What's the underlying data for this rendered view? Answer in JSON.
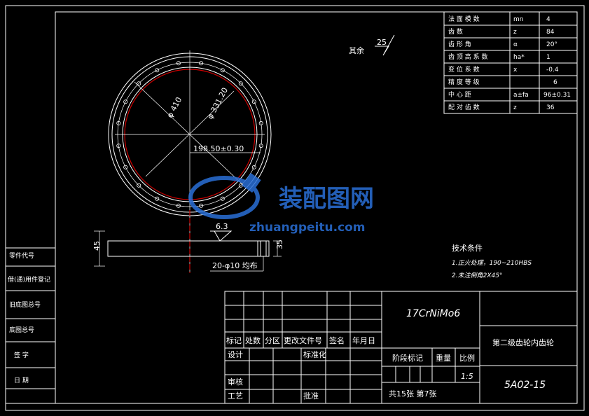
{
  "params": [
    {
      "name": "法 面 模 数",
      "sym": "mn",
      "val": "4"
    },
    {
      "name": "齿 数",
      "sym": "z",
      "val": "84"
    },
    {
      "name": "齿 形 角",
      "sym": "α",
      "val": "20°"
    },
    {
      "name": "齿 顶 高 系 数",
      "sym": "ha*",
      "val": "1"
    },
    {
      "name": "变 位 系 数",
      "sym": "x",
      "val": "-0.4"
    },
    {
      "name": "精 度 等 级",
      "sym": "",
      "val": "6"
    },
    {
      "name": "中 心 距",
      "sym": "a±fa",
      "val": "96±0.31"
    },
    {
      "name": "配 对 齿 数",
      "sym": "z",
      "val": "36"
    }
  ],
  "roughness": {
    "rest_label": "其余",
    "value": "25",
    "face_value": "6.3"
  },
  "dims": {
    "outer_dia": "φ 410",
    "inner_dia": "φ 331.20",
    "radius": "198.50±0.30",
    "thickness": "45",
    "inner_thickness": "35",
    "holes": "20-φ10 均布"
  },
  "tech": {
    "title": "技术条件",
    "line1": "1.正火处理，190~210HBS",
    "line2": "2.未注倒角2X45°"
  },
  "side_labels": [
    "零件代号",
    "借(通)用件登记",
    "旧底图总号",
    "底图总号",
    "签 字",
    "日 期"
  ],
  "title_block": {
    "material": "17CrNiMo6",
    "part_name": "第二级齿轮内齿轮",
    "drawing_no": "5A02-15",
    "h_mark": "标记",
    "h_count": "处数",
    "h_zone": "分区",
    "h_doc": "更改文件号",
    "h_sign": "签名",
    "h_date": "年月日",
    "design": "设计",
    "standard": "标准化",
    "check": "审核",
    "process": "工艺",
    "approve": "批准",
    "stage": "阶段标记",
    "weight": "重量",
    "scale_label": "比例",
    "scale": "1:5",
    "sheets": "共15张 第7张"
  },
  "watermark": {
    "cn": "装配图网",
    "url": "zhuangpeitu.com"
  },
  "colors": {
    "line": "#ffffff",
    "accent": "#cc0000",
    "watermark": "#2a6fd6"
  }
}
